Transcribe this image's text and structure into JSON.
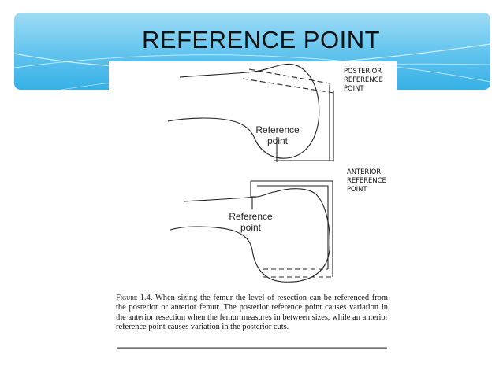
{
  "slide": {
    "title": "REFERENCE POINT"
  },
  "diagram": {
    "posterior_label_line1": "POSTERIOR",
    "posterior_label_line2": "REFERENCE POINT",
    "anterior_label_line1": "ANTERIOR",
    "anterior_label_line2": "REFERENCE POINT",
    "top_ref_line1": "Reference",
    "top_ref_line2": "point",
    "bottom_ref_line1": "Reference",
    "bottom_ref_line2": "point"
  },
  "caption": {
    "figure_label": "Figure 1.4.",
    "text": " When sizing the femur the level of resection can be referenced from the posterior or anterior femur. The posterior reference point causes variation in the anterior resection when the femur measures in between sizes, while an anterior reference point causes variation in the posterior cuts."
  },
  "colors": {
    "banner_top": "#9fdcf5",
    "banner_bottom": "#36b0e6",
    "ink": "#111111"
  }
}
